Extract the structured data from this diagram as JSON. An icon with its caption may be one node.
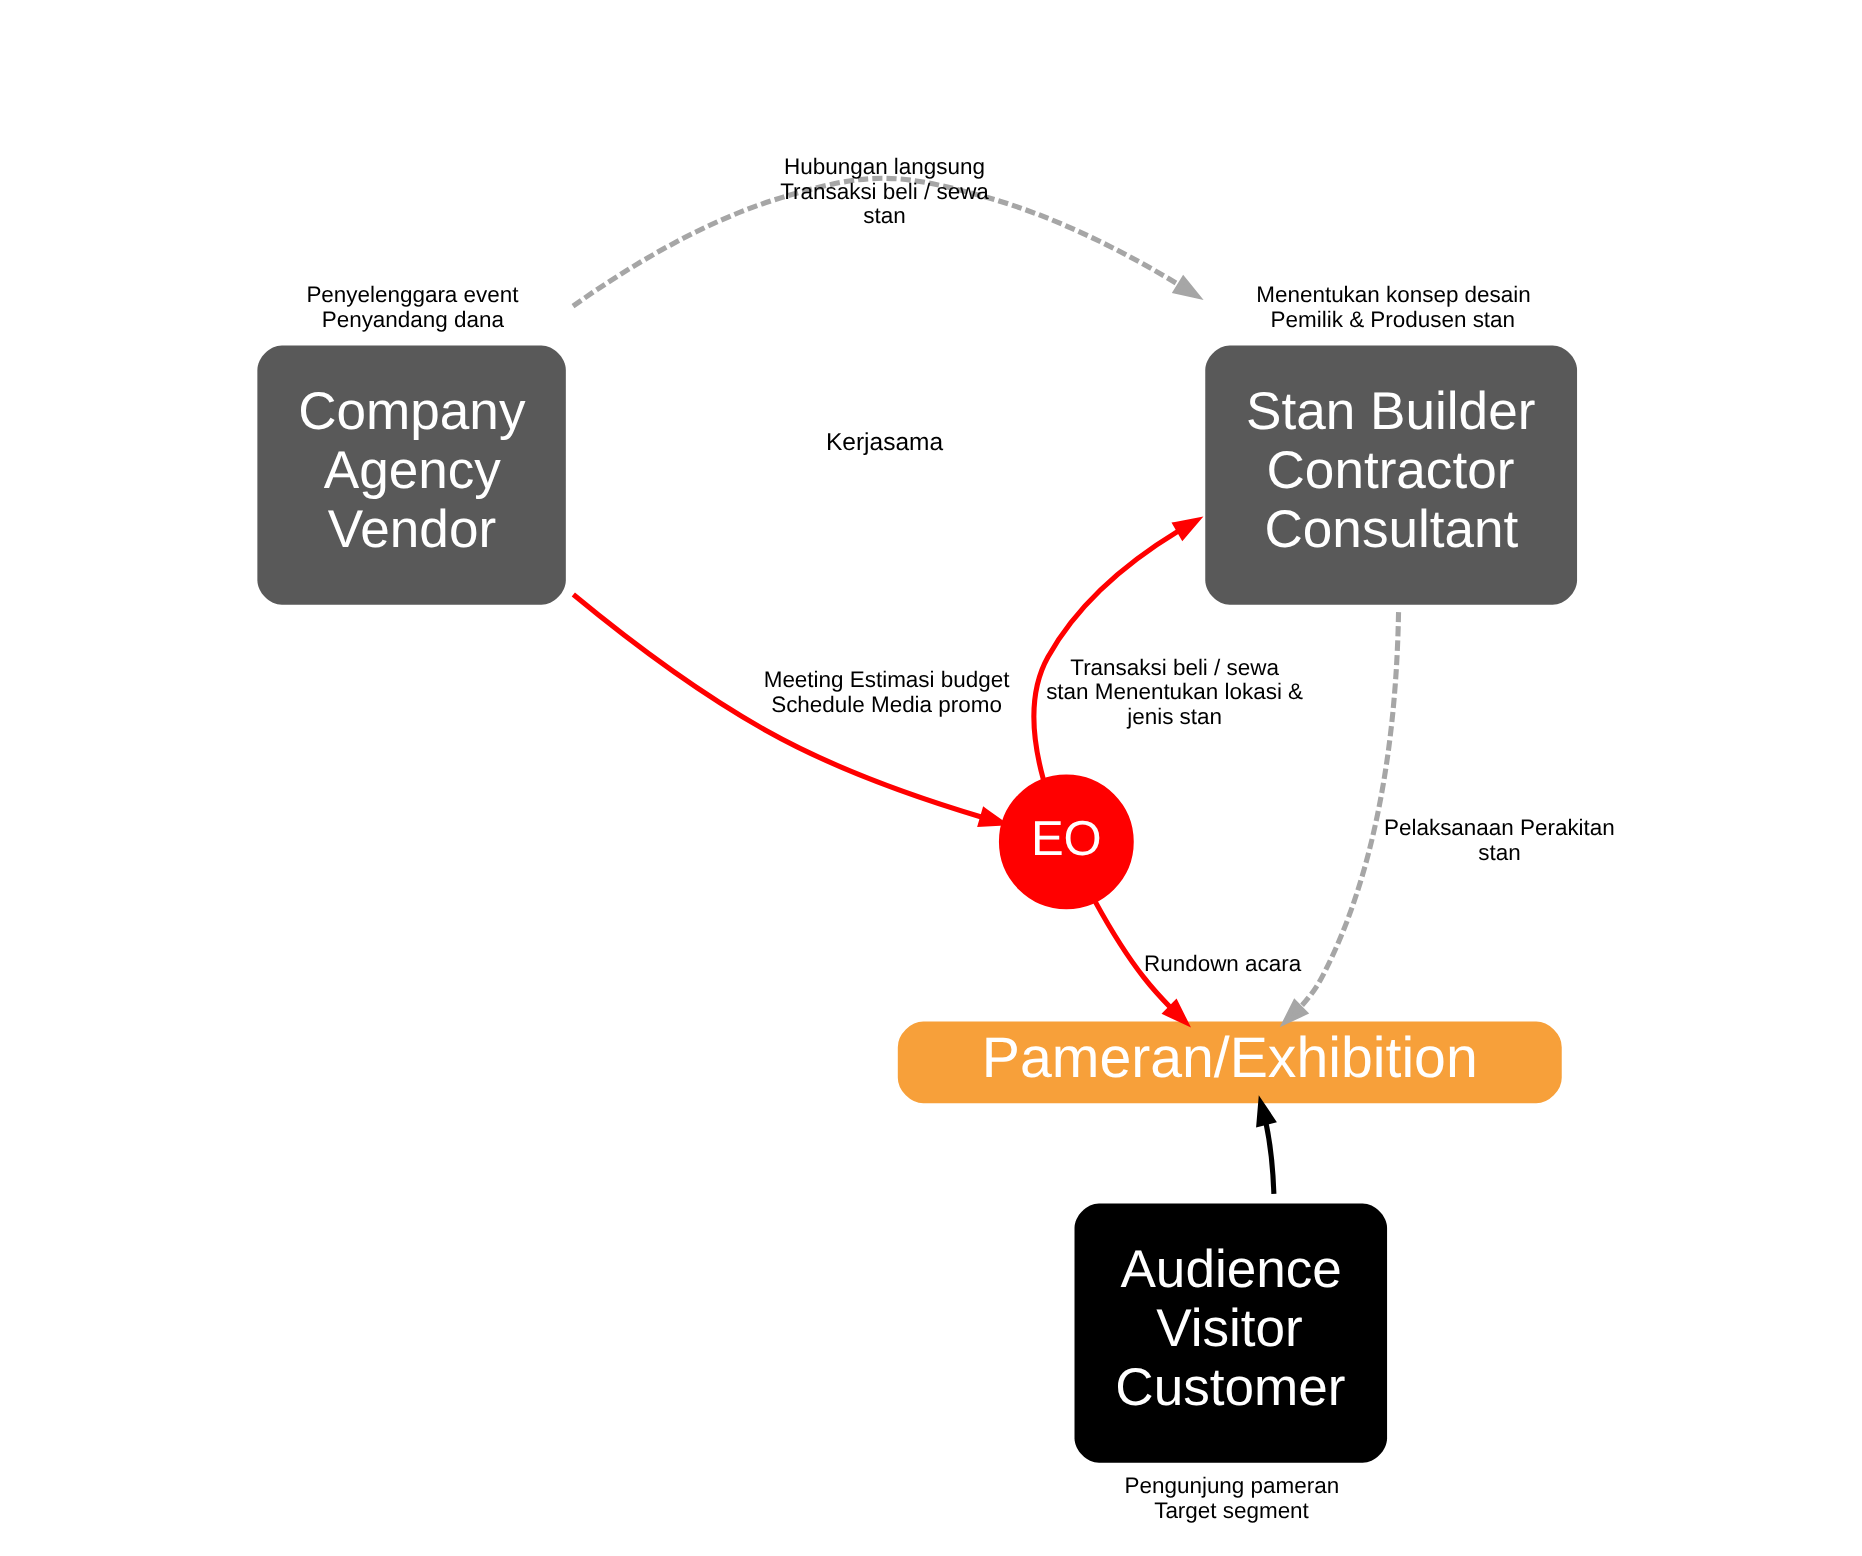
{
  "diagram": {
    "nodes": [
      {
        "text": [
          "Company Agency Vendor"
        ],
        "beside": [
          "Penyelenggara event Penyandang dana"
        ]
      },
      {
        "text": [
          "Stan Builder Contractor Consultant"
        ],
        "beside": [
          "Menentukan konsep desain Pemilik & Produsen stan"
        ]
      },
      {
        "text": [
          "EO"
        ]
      },
      {
        "text": [
          "Pameran/Exhibition"
        ]
      },
      {
        "text": [
          "Audience Visitor Customer"
        ],
        "beside": [
          "Pengunjung pameran Target segment"
        ]
      }
    ],
    "edges": [
      {
        "from": 0,
        "to": 1,
        "arrow": "to",
        "label": "Hubungan langsung Transaksi beli / sewa stan",
        "style": "dashed",
        "color": "#a6a6a6"
      },
      {
        "from": 0,
        "to": 2,
        "arrow": "to",
        "label": "Meeting Estimasi budget Schedule Media promo"
      },
      {
        "from": 2,
        "to": 1,
        "arrow": "to",
        "label": "Transaksi beli / sewa stan Menentukan lokasi & jenis stan"
      },
      {
        "from": 2,
        "to": 3,
        "arrow": "to",
        "label": "Rundown acara"
      },
      {
        "from": 1,
        "to": 3,
        "arrow": "to",
        "label": "Pelaksanaan Perakitan stan",
        "style": "dashed",
        "color": "#a6a6a6"
      },
      {
        "from": 4,
        "to": 3,
        "arrow": "to",
        "color": "#000000"
      }
    ],
    "labels": [
      "Kerjasama"
    ]
  }
}
